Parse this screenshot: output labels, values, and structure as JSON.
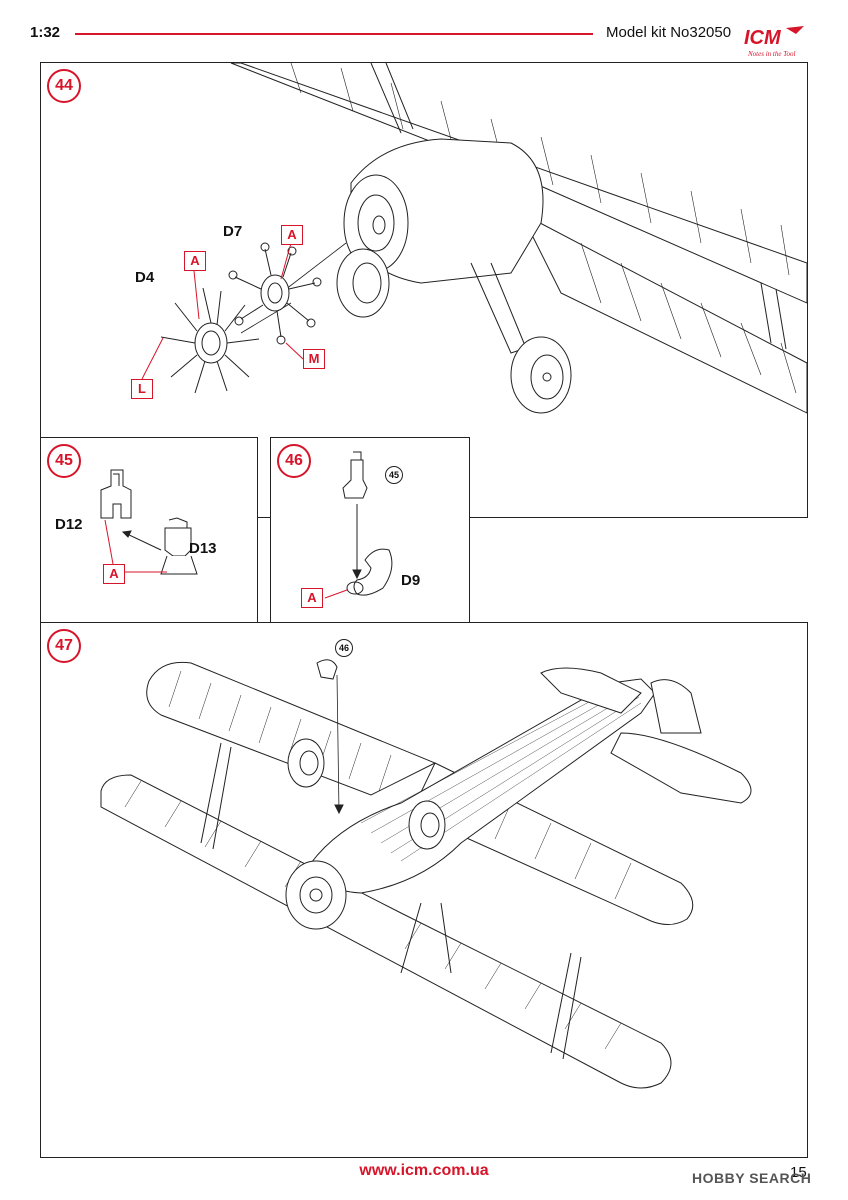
{
  "header": {
    "scale": "1:32",
    "kit": "Model kit No32050"
  },
  "logo": {
    "brand": "ICM",
    "tagline": "Notes in the Tool"
  },
  "steps": [
    {
      "number": "44",
      "parts": [
        "D4",
        "D7"
      ],
      "callouts": [
        "A",
        "A",
        "L",
        "M"
      ]
    },
    {
      "number": "45",
      "parts": [
        "D12",
        "D13"
      ],
      "callouts": [
        "A"
      ]
    },
    {
      "number": "46",
      "parts": [
        "D9"
      ],
      "callouts": [
        "A"
      ],
      "reference": "45"
    },
    {
      "number": "47",
      "reference": "46"
    }
  ],
  "footer": {
    "url": "www.icm.com.ua",
    "page": "15"
  },
  "watermark": "HOBBY SEARCH",
  "colors": {
    "accent": "#d7152a",
    "line": "#222222"
  }
}
